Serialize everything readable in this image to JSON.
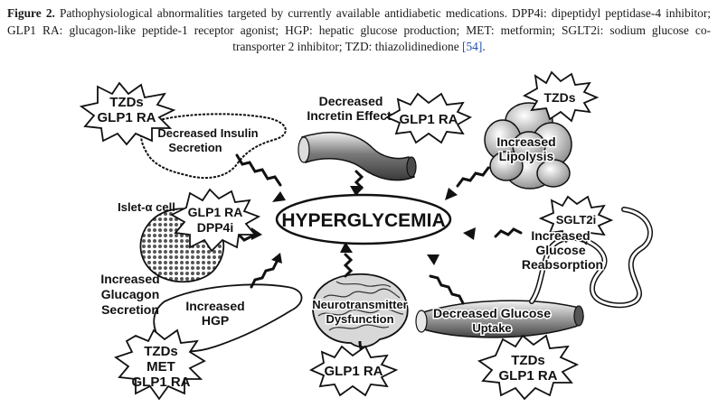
{
  "caption": {
    "label": "Figure 2.",
    "text": " Pathophysiological abnormalities targeted by currently available antidiabetic medications. DPP4i: dipeptidyl peptidase-4 inhibitor; GLP1 RA: glucagon-like peptide-1 receptor agonist; HGP: hepatic glucose production; MET: metformin; SGLT2i: sodium glucose co-transporter 2 inhibitor; TZD: thiazolidinedione ",
    "reference": "[54]",
    "end": "."
  },
  "center": "HYPERGLYCEMIA",
  "mechanisms": {
    "insulin": [
      "Decreased Insulin",
      "Secretion"
    ],
    "incretin": [
      "Decreased",
      "Incretin Effect"
    ],
    "lipolysis": [
      "Increased",
      "Lipolysis"
    ],
    "islet": "Islet-α cell",
    "glucagon": [
      "Increased",
      "Glucagon",
      "Secretion"
    ],
    "hgp": [
      "Increased",
      "HGP"
    ],
    "neuro": [
      "Neurotransmitter",
      "Dysfunction"
    ],
    "uptake": [
      "Decreased Glucose",
      "Uptake"
    ],
    "reabsorption": [
      "Increased",
      "Glucose",
      "Reabsorption"
    ]
  },
  "drugs": {
    "tl": [
      "TZDs",
      "GLP1 RA"
    ],
    "incretin": "GLP1 RA",
    "tr": "TZDs",
    "islet": [
      "GLP1 RA",
      "DPP4i"
    ],
    "sglt": "SGLT2i",
    "hgp": [
      "TZDs",
      "MET",
      "GLP1 RA"
    ],
    "neuro": "GLP1 RA",
    "br": [
      "TZDs",
      "GLP1 RA"
    ]
  }
}
